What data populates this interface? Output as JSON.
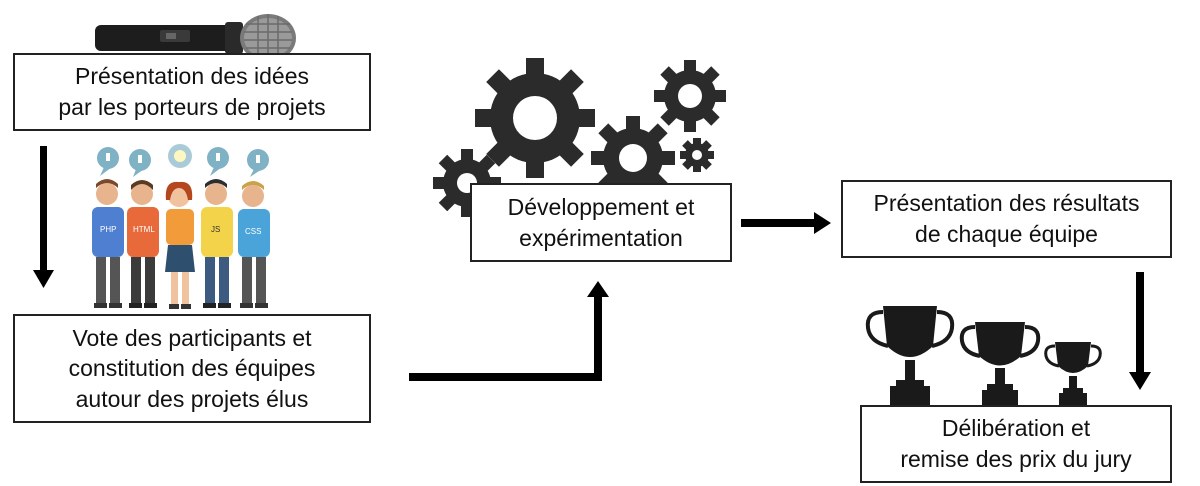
{
  "diagram": {
    "steps": [
      {
        "id": "presentation",
        "lines": [
          "Présentation des idées",
          "par les porteurs de projets"
        ]
      },
      {
        "id": "vote",
        "lines": [
          "Vote des participants et",
          "constitution des équipes",
          "autour des projets élus"
        ]
      },
      {
        "id": "dev",
        "lines": [
          "Développement et",
          "expérimentation"
        ]
      },
      {
        "id": "results",
        "lines": [
          "Présentation des résultats",
          "de chaque équipe"
        ]
      },
      {
        "id": "jury",
        "lines": [
          "Délibération et",
          "remise des prix du jury"
        ]
      }
    ],
    "team_shirt_labels": [
      "PHP",
      "HTML",
      "JS",
      "CSS"
    ],
    "icons": [
      "microphone-icon",
      "team-people-icon",
      "gears-icon",
      "trophies-icon"
    ],
    "colors": {
      "arrow": "#000000",
      "box_border": "#222222",
      "gear": "#2b2b2b",
      "trophy": "#1a1a1a"
    }
  }
}
